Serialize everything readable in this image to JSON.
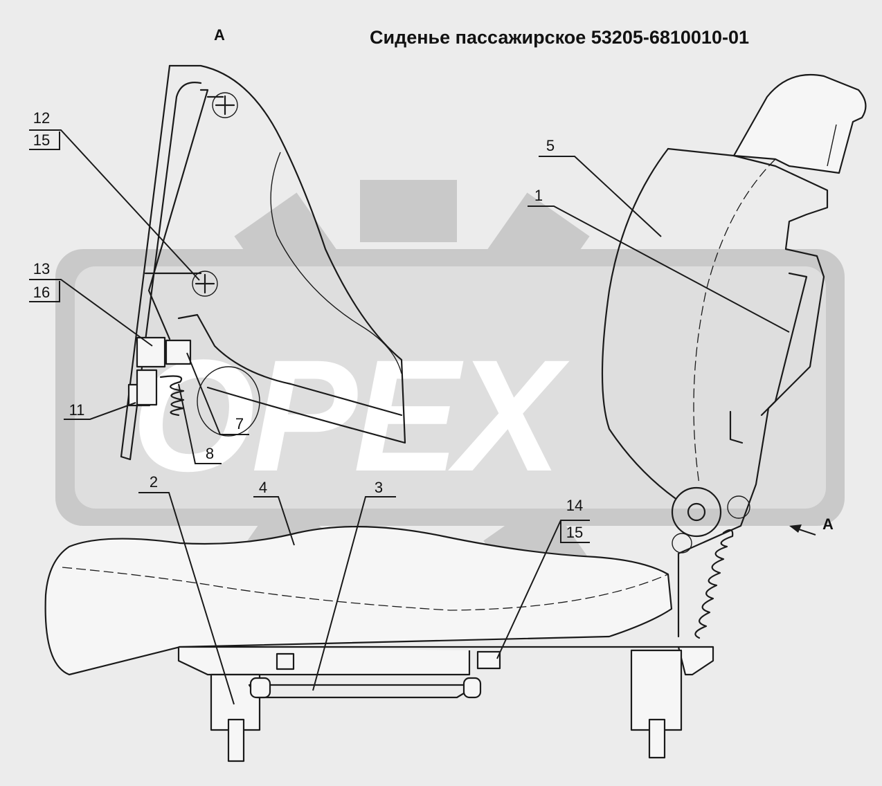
{
  "title": "Сиденье пассажирское 53205-6810010-01",
  "view_label": "A",
  "view_arrow_label": "A",
  "watermark": "OPEX",
  "callouts": {
    "c1": "1",
    "c2": "2",
    "c3": "3",
    "c4": "4",
    "c5": "5",
    "c7": "7",
    "c8": "8",
    "c11": "11",
    "c12_top": "12",
    "c12_bottom": "15",
    "c13_top": "13",
    "c13_bottom": "16",
    "c14_top": "14",
    "c14_bottom": "15"
  }
}
